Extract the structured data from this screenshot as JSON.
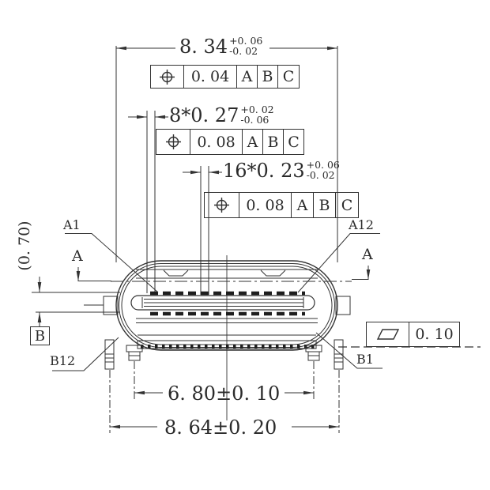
{
  "dimensions": {
    "width_total": {
      "value": "8. 34",
      "tol_plus": "+0. 06",
      "tol_minus": "-0. 02"
    },
    "pin_a_width": {
      "value": "8*0. 27",
      "tol_plus": "+0. 02",
      "tol_minus": "-0. 06"
    },
    "pin_b_width": {
      "value": "16*0. 23",
      "tol_plus": "+0. 06",
      "tol_minus": "-0. 02"
    },
    "row_gap": {
      "value": "(0. 70)"
    },
    "peg_span": {
      "value": "6. 80±0. 10"
    },
    "leg_span": {
      "value": "8. 64±0. 20"
    }
  },
  "fcf": [
    {
      "symbol": "position",
      "tolerance": "0. 04",
      "datum1": "A",
      "datum2": "B",
      "datum3": "C"
    },
    {
      "symbol": "position",
      "tolerance": "0. 08",
      "datum1": "A",
      "datum2": "B",
      "datum3": "C"
    },
    {
      "symbol": "position",
      "tolerance": "0. 08",
      "datum1": "A",
      "datum2": "B",
      "datum3": "C"
    },
    {
      "symbol": "flatness",
      "tolerance": "0. 10"
    }
  ],
  "labels": {
    "pin_a1": "A1",
    "pin_a12": "A12",
    "pin_b12": "B12",
    "pin_b1": "B1",
    "section_left": "A",
    "section_right": "A",
    "datum_b": "B"
  },
  "colors": {
    "line": "#333333",
    "pin": "#1e1e1e",
    "text": "#2b2b2b",
    "background": "#ffffff"
  }
}
